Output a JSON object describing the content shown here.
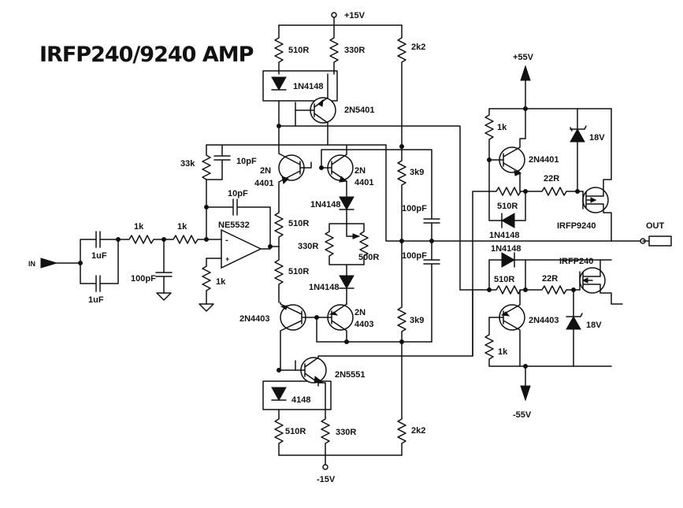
{
  "title": "IRFP240/9240 AMP",
  "rails": {
    "pos_small": "+15V",
    "neg_small": "-15V",
    "pos_big": "+55V",
    "neg_big": "-55V"
  },
  "labels": {
    "in": "IN",
    "out": "OUT",
    "c_in1": "1uF",
    "c_in2": "1uF",
    "r_in1": "1k",
    "r_in2": "1k",
    "c_in3": "100pF",
    "opamp": "NE5532",
    "opamp_minus": "-",
    "opamp_plus": "+",
    "r_fb": "33k",
    "c_fb": "10pF",
    "c_comp": "10pF",
    "r_gnd": "1k",
    "r_t1": "510R",
    "r_t2": "330R",
    "r_t3": "2k2",
    "d_t": "1N4148",
    "q_t": "2N5401",
    "q_l1a": "2N",
    "q_l1b": "4401",
    "q_r1a": "2N",
    "q_r1b": "4401",
    "r_mid1": "510R",
    "r_mid2": "510R",
    "r_3k9a": "3k9",
    "r_3k9b": "3k9",
    "d_m1": "1N4148",
    "r_bias1": "330R",
    "r_bias2": "500R",
    "d_m2": "1N4148",
    "c_m1": "100pF",
    "c_m2": "100pF",
    "q_l2": "2N4403",
    "q_r2a": "2N",
    "q_r2b": "4403",
    "q_b": "2N5551",
    "d_b": "4148",
    "r_b1": "510R",
    "r_b2": "330R",
    "r_b3": "2k2",
    "r_o1": "1k",
    "q_o1": "2N4401",
    "z_o1": "18V",
    "r_o2": "510R",
    "r_o3": "22R",
    "d_o1": "1N4148",
    "m_o1": "IRFP9240",
    "d_o2": "1N4148",
    "r_o4": "510R",
    "r_o5": "22R",
    "m_o2": "IRFP240",
    "q_o2": "2N4403",
    "z_o2": "18V",
    "r_o6": "1k"
  }
}
